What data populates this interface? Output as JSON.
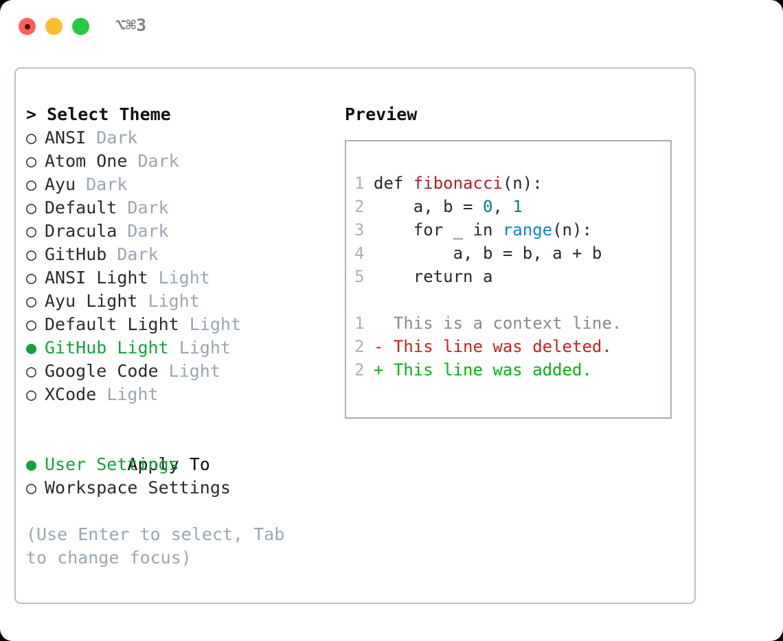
{
  "titlebar": {
    "shortcut": "⌥⌘3",
    "dots": [
      {
        "name": "close",
        "color": "#ff5f57"
      },
      {
        "name": "minimize",
        "color": "#ffbd2e"
      },
      {
        "name": "maximize",
        "color": "#28c840"
      }
    ]
  },
  "theme_list": {
    "header": "> Select Theme",
    "items": [
      {
        "bullet": "○",
        "name": "ANSI",
        "variant": "Dark",
        "selected": false
      },
      {
        "bullet": "○",
        "name": "Atom One",
        "variant": "Dark",
        "selected": false
      },
      {
        "bullet": "○",
        "name": "Ayu",
        "variant": "Dark",
        "selected": false
      },
      {
        "bullet": "○",
        "name": "Default",
        "variant": "Dark",
        "selected": false
      },
      {
        "bullet": "○",
        "name": "Dracula",
        "variant": "Dark",
        "selected": false
      },
      {
        "bullet": "○",
        "name": "GitHub",
        "variant": "Dark",
        "selected": false
      },
      {
        "bullet": "○",
        "name": "ANSI Light",
        "variant": "Light",
        "selected": false
      },
      {
        "bullet": "○",
        "name": "Ayu Light",
        "variant": "Light",
        "selected": false
      },
      {
        "bullet": "○",
        "name": "Default Light",
        "variant": "Light",
        "selected": false
      },
      {
        "bullet": "●",
        "name": "GitHub Light",
        "variant": "Light",
        "selected": true
      },
      {
        "bullet": "○",
        "name": "Google Code",
        "variant": "Light",
        "selected": false
      },
      {
        "bullet": "○",
        "name": "XCode",
        "variant": "Light",
        "selected": false
      }
    ]
  },
  "apply_to": {
    "header": "Apply To",
    "options": [
      {
        "bullet": "●",
        "label": "User Settings",
        "selected": true
      },
      {
        "bullet": "○",
        "label": "Workspace Settings",
        "selected": false
      }
    ]
  },
  "hint": "(Use Enter to select, Tab to change focus)",
  "preview": {
    "title": "Preview",
    "code_lines": [
      {
        "num": "1",
        "tokens": [
          {
            "t": "def ",
            "k": "plain"
          },
          {
            "t": "fibonacci",
            "k": "fn"
          },
          {
            "t": "(n):",
            "k": "plain"
          }
        ]
      },
      {
        "num": "2",
        "tokens": [
          {
            "t": "    a, b = ",
            "k": "plain"
          },
          {
            "t": "0",
            "k": "num"
          },
          {
            "t": ", ",
            "k": "plain"
          },
          {
            "t": "1",
            "k": "num"
          }
        ]
      },
      {
        "num": "3",
        "tokens": [
          {
            "t": "    for _ in ",
            "k": "plain"
          },
          {
            "t": "range",
            "k": "call"
          },
          {
            "t": "(n):",
            "k": "plain"
          }
        ]
      },
      {
        "num": "4",
        "tokens": [
          {
            "t": "        a, b = b, a + b",
            "k": "plain"
          }
        ]
      },
      {
        "num": "5",
        "tokens": [
          {
            "t": "    return a",
            "k": "plain"
          }
        ]
      }
    ],
    "diff_lines": [
      {
        "num": "1",
        "marker": "  ",
        "text": "This is a context line.",
        "kind": "context"
      },
      {
        "num": "2",
        "marker": "- ",
        "text": "This line was deleted.",
        "kind": "deleted"
      },
      {
        "num": "2",
        "marker": "+ ",
        "text": "This line was added.",
        "kind": "added"
      }
    ]
  },
  "colors": {
    "accent_green": "#12a33d",
    "muted": "#9aa5b5",
    "border": "#b7c0cc",
    "preview_border": "#a3aebd",
    "fn_red": "#b31d28",
    "num_teal": "#008080",
    "call_blue": "#0a87c7",
    "diff_del": "#cc1f1a",
    "diff_add": "#00b312"
  }
}
